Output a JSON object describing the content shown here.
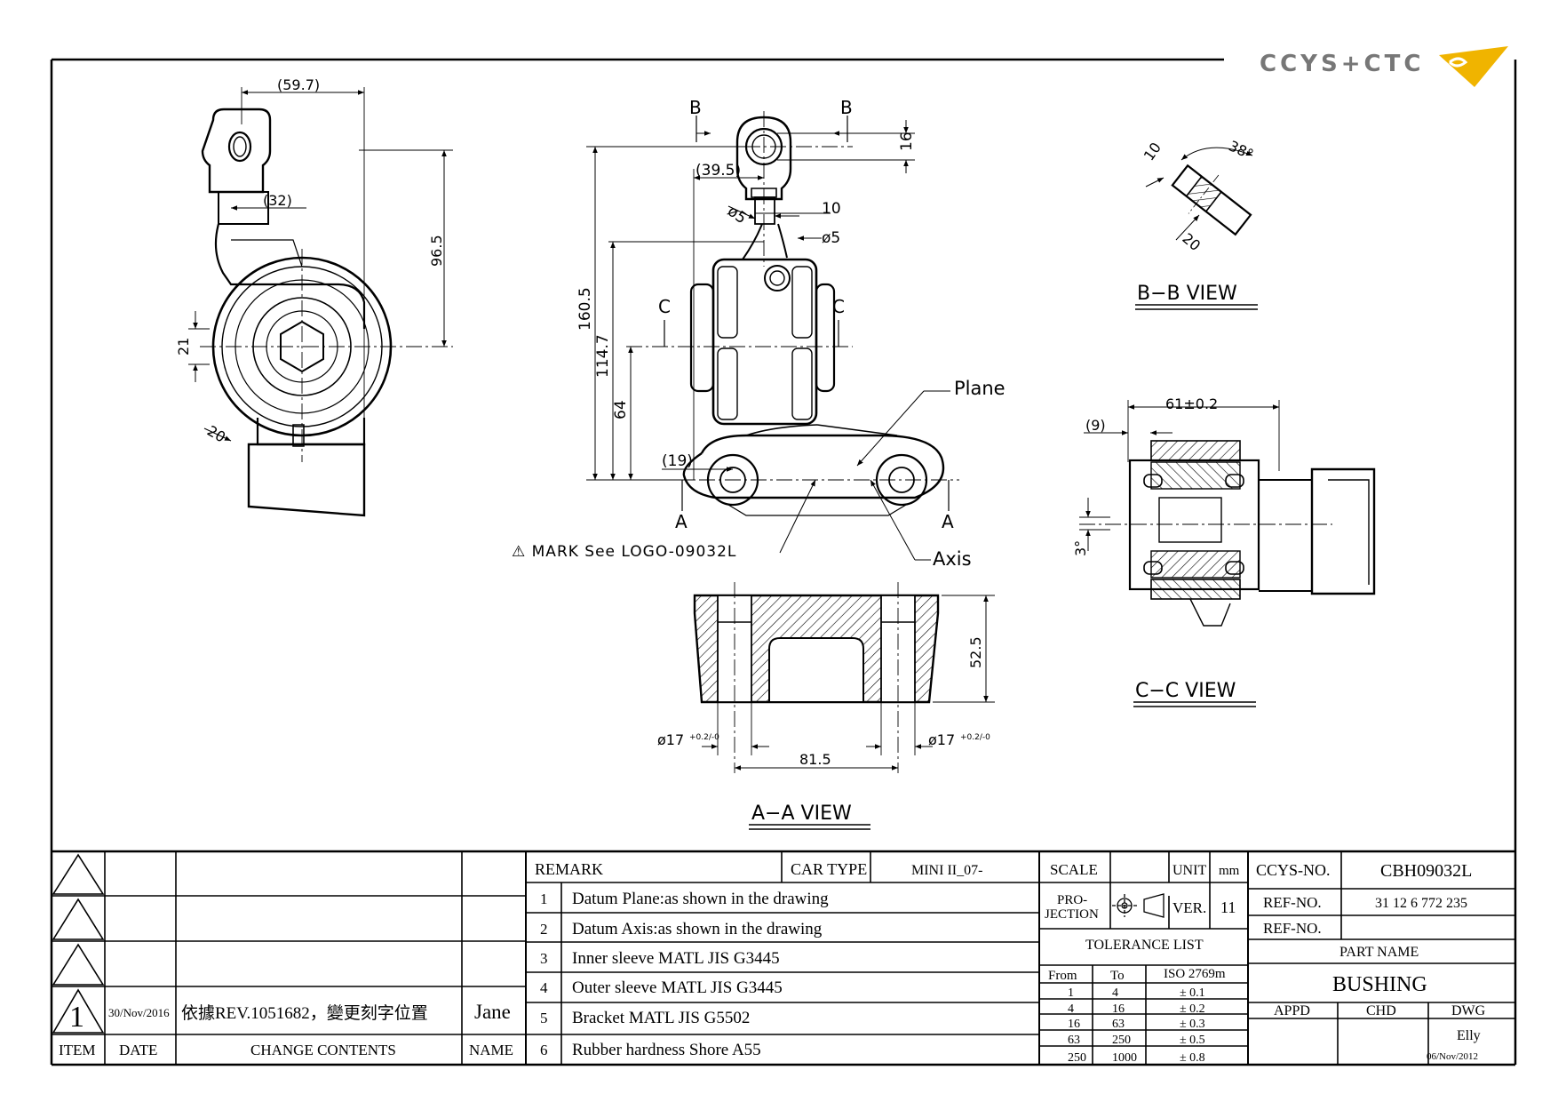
{
  "logo": {
    "text": "CCYS+CTC"
  },
  "views": {
    "side": {
      "dims": {
        "w597": "(59.7)",
        "w32": "(32)",
        "h965": "96.5",
        "d21": "21",
        "d20": "20"
      }
    },
    "front": {
      "section_bb": "B",
      "section_cc": "C",
      "section_aa": "A",
      "dims": {
        "h16": "16",
        "w395": "(39.5)",
        "phi5a": "ø5",
        "w10": "10",
        "phi5b": "ø5",
        "h1605": "160.5",
        "h1147": "114.7",
        "h64": "64",
        "w19": "(19)"
      },
      "plane": "Plane",
      "axis": "Axis",
      "mark_note": "⚠ MARK See LOGO-09032L"
    },
    "bb": {
      "title": "B−B  VIEW",
      "dims": {
        "d10": "10",
        "a38": "38°",
        "d20": "20"
      }
    },
    "cc": {
      "title": "C−C  VIEW",
      "dims": {
        "w61": "61±0.2",
        "w9": "(9)",
        "a3": "3°"
      }
    },
    "aa": {
      "title": "A−A  VIEW",
      "dims": {
        "h525": "52.5",
        "w815": "81.5",
        "phi17l": "ø17",
        "phi17r": "ø17",
        "tol": "+0.2/-0"
      }
    }
  },
  "title_block": {
    "revision": {
      "item": "1",
      "date": "30/Nov/2016",
      "change": "依據REV.1051682，變更刻字位置",
      "name": "Jane",
      "headers": {
        "item": "ITEM",
        "date": "DATE",
        "change": "CHANGE CONTENTS",
        "name": "NAME"
      }
    },
    "remark_label": "REMARK",
    "car_type_label": "CAR TYPE",
    "car_type": "MINI II_07-",
    "remarks": [
      {
        "no": "1",
        "text": "Datum Plane:as shown in the drawing"
      },
      {
        "no": "2",
        "text": "Datum Axis:as shown in the drawing"
      },
      {
        "no": "3",
        "text": "Inner sleeve MATL JIS G3445"
      },
      {
        "no": "4",
        "text": "Outer sleeve MATL JIS G3445"
      },
      {
        "no": "5",
        "text": "Bracket MATL JIS G5502"
      },
      {
        "no": "6",
        "text": "Rubber hardness Shore A55"
      }
    ],
    "scale_label": "SCALE",
    "unit_label": "UNIT",
    "unit": "mm",
    "projection_label": "PRO-\nJECTION",
    "projection_l1": "PRO-",
    "projection_l2": "JECTION",
    "ver_label": "VER.",
    "ver": "11",
    "tolerance": {
      "title": "TOLERANCE LIST",
      "headers": {
        "from": "From",
        "to": "To",
        "std": "ISO 2769m"
      },
      "rows": [
        {
          "from": "1",
          "to": "4",
          "tol": "± 0.1"
        },
        {
          "from": "4",
          "to": "16",
          "tol": "± 0.2"
        },
        {
          "from": "16",
          "to": "63",
          "tol": "± 0.3"
        },
        {
          "from": "63",
          "to": "250",
          "tol": "± 0.5"
        },
        {
          "from": "250",
          "to": "1000",
          "tol": "± 0.8"
        }
      ]
    },
    "ccys_no_label": "CCYS-NO.",
    "ccys_no": "CBH09032L",
    "ref_no_label": "REF-NO.",
    "ref_no": "31 12 6 772 235",
    "ref_no2_label": "REF-NO.",
    "part_name_label": "PART NAME",
    "part_name": "BUSHING",
    "appd_label": "APPD",
    "chd_label": "CHD",
    "dwg_label": "DWG",
    "dwg_name": "Elly",
    "dwg_date": "06/Nov/2012"
  }
}
